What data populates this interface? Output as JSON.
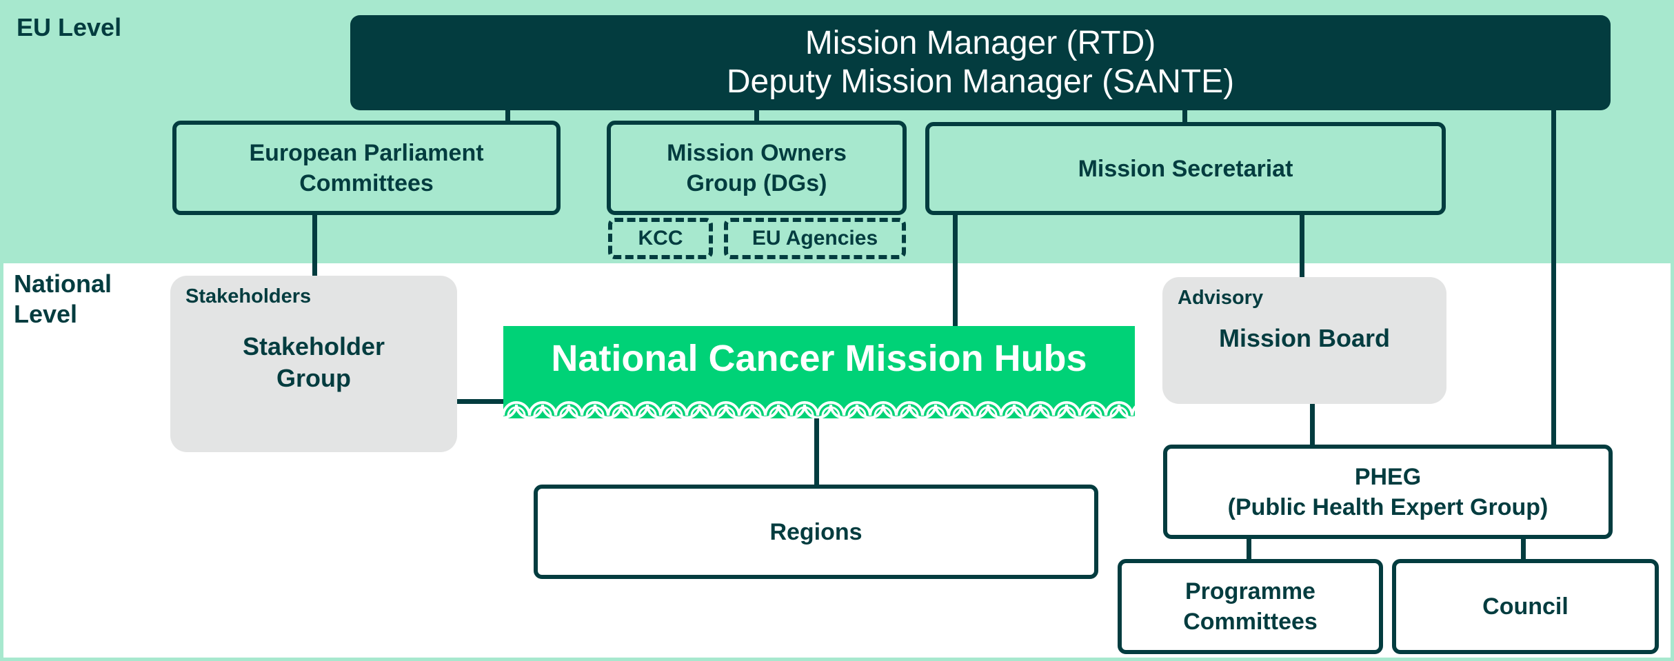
{
  "levels": {
    "eu": "EU Level",
    "national": "National\nLevel"
  },
  "mission_manager": {
    "line1": "Mission Manager (RTD)",
    "line2": "Deputy Mission Manager (SANTE)"
  },
  "eu_boxes": {
    "parliament": "European Parliament\nCommittees",
    "owners": "Mission Owners\nGroup (DGs)",
    "secretariat": "Mission Secretariat",
    "kcc": "KCC",
    "agencies": "EU Agencies"
  },
  "stakeholders": {
    "tag": "Stakeholders",
    "name": "Stakeholder\nGroup"
  },
  "hubs": {
    "title": "National Cancer Mission Hubs"
  },
  "advisory": {
    "tag": "Advisory",
    "name": "Mission Board"
  },
  "regions": "Regions",
  "pheg": "PHEG\n(Public Health Expert Group)",
  "programme": "Programme\nCommittees",
  "council": "Council",
  "colors": {
    "dark_teal": "#033c3f",
    "mint": "#a7e8ce",
    "green": "#00d277",
    "grey": "#e3e4e4"
  }
}
